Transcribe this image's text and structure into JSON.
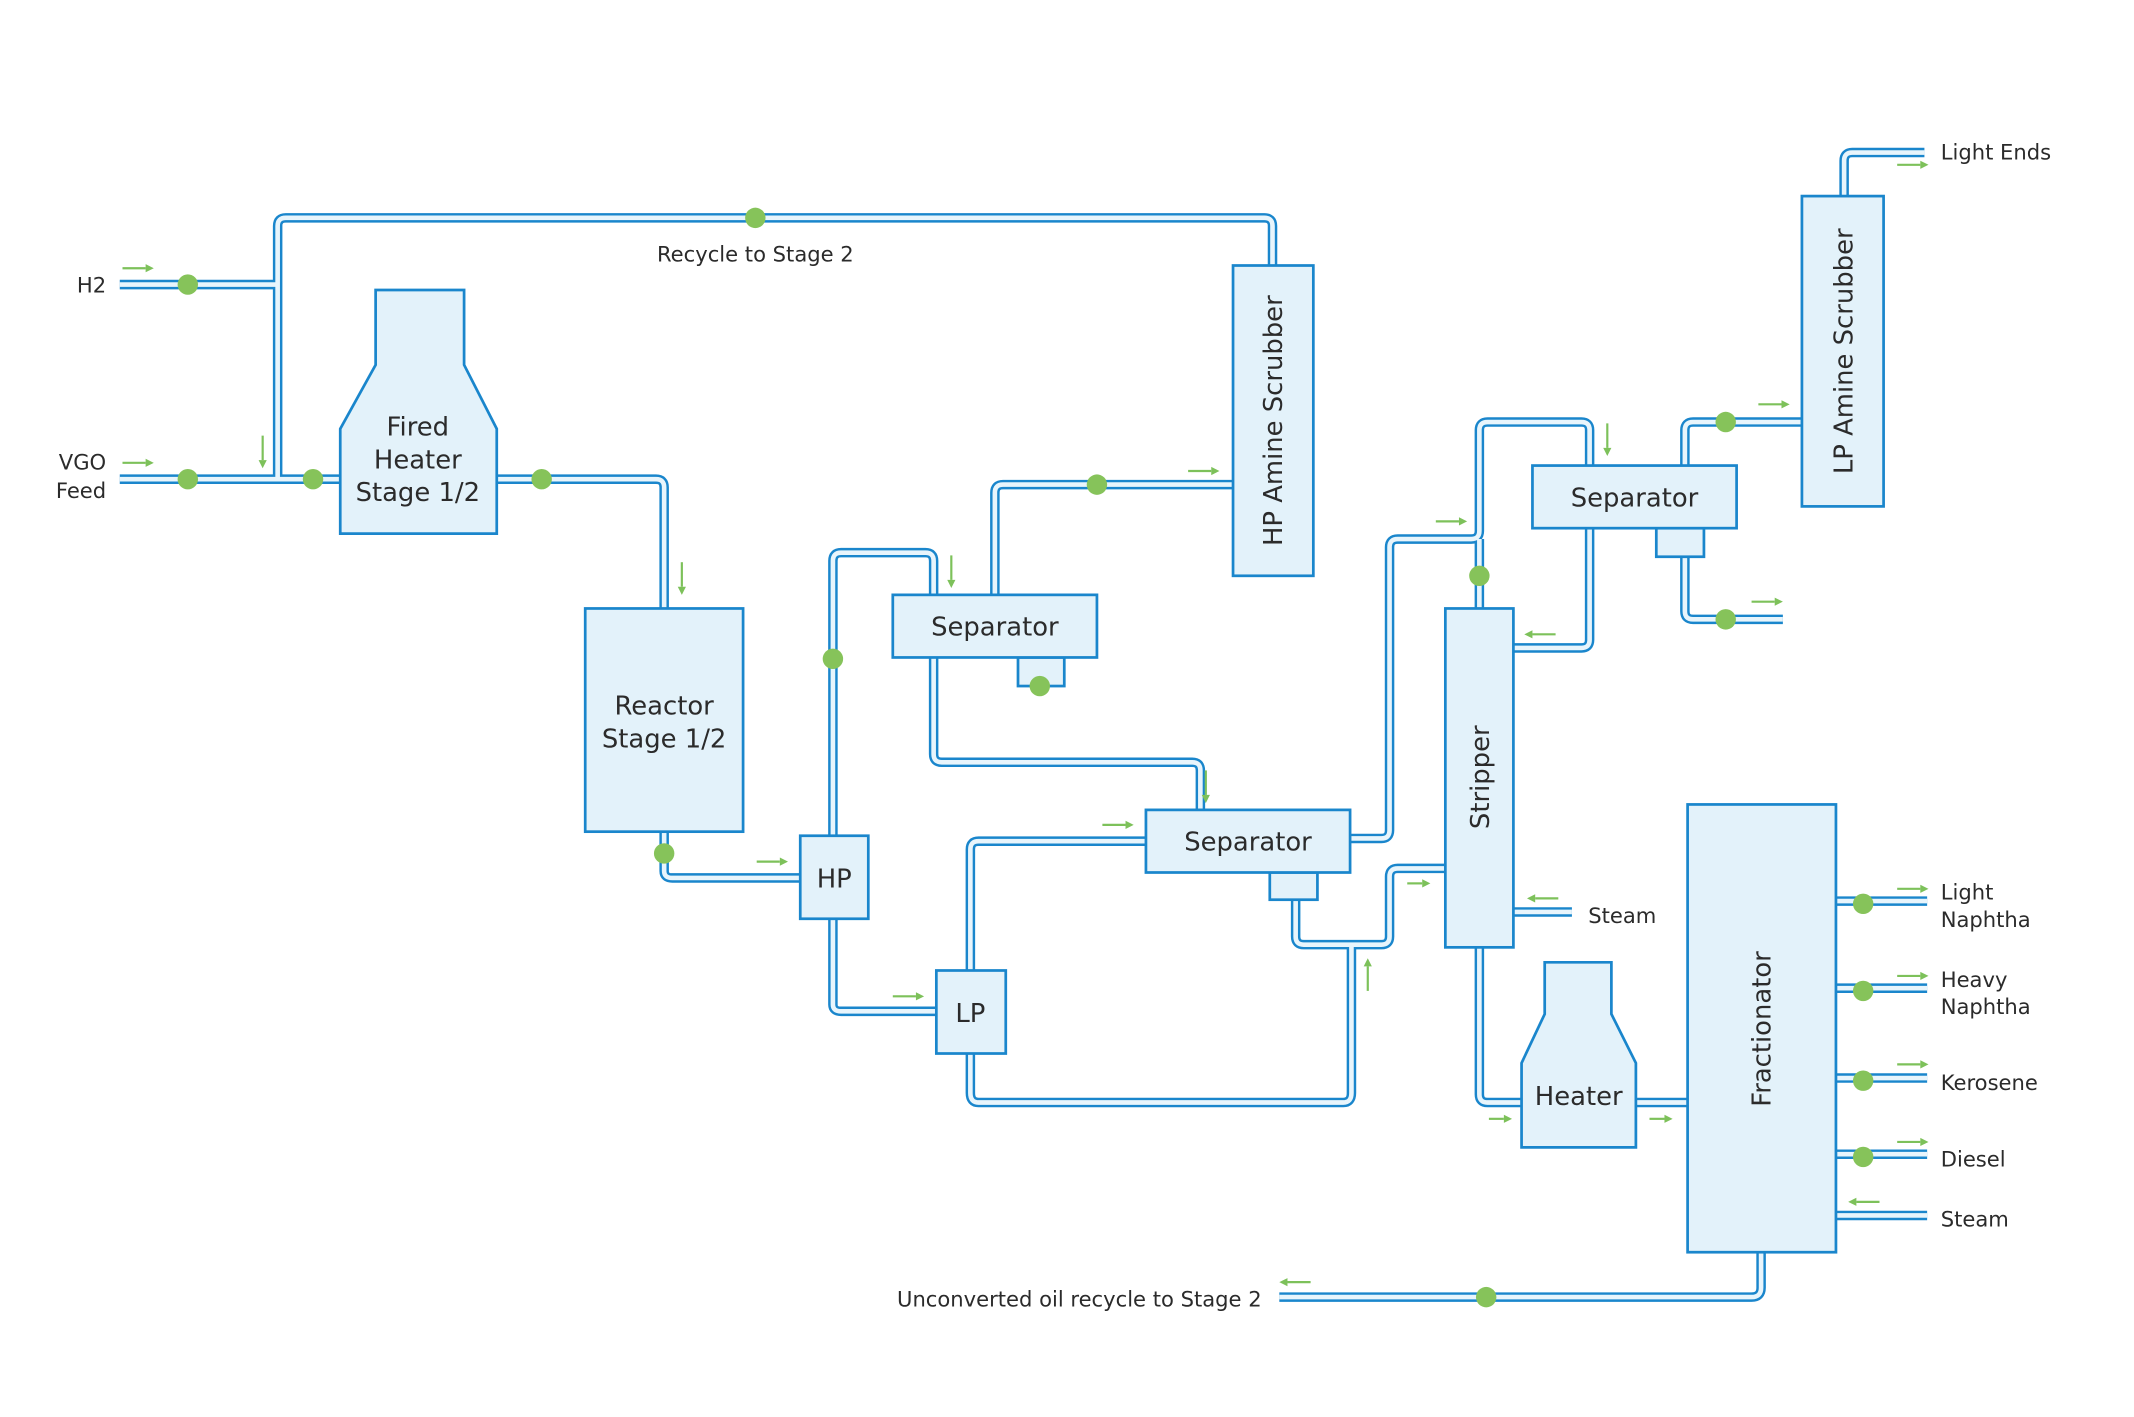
{
  "diagram": {
    "title": "Two-stage hydrocracker process flow",
    "colors": {
      "pipe": "#1a86cc",
      "unit_fill": "#e3f2fa",
      "valve": "#86c35a",
      "flow_arrow": "#7dc15a",
      "text": "#2b2b2b"
    },
    "inputs": {
      "h2": "H2",
      "vgo_line1": "VGO",
      "vgo_line2": "Feed",
      "steam_stripper": "Steam",
      "steam_fractionator": "Steam"
    },
    "units": {
      "fired_heater": {
        "line1": "Fired",
        "line2": "Heater",
        "line3": "Stage 1/2"
      },
      "reactor": {
        "line1": "Reactor",
        "line2": "Stage 1/2"
      },
      "hp": "HP",
      "lp": "LP",
      "separator_1": "Separator",
      "separator_2": "Separator",
      "separator_3": "Separator",
      "hp_amine_scrubber": "HP Amine Scrubber",
      "lp_amine_scrubber": "LP Amine Scrubber",
      "stripper": "Stripper",
      "heater": "Heater",
      "fractionator": "Fractionator"
    },
    "streams": {
      "recycle": "Recycle to Stage 2",
      "unconverted_oil": "Unconverted oil recycle to Stage 2"
    },
    "outputs": {
      "light_ends": "Light Ends",
      "light_naphtha_1": "Light",
      "light_naphtha_2": "Naphtha",
      "heavy_naphtha_1": "Heavy",
      "heavy_naphtha_2": "Naphtha",
      "kerosene": "Kerosene",
      "diesel": "Diesel"
    }
  }
}
